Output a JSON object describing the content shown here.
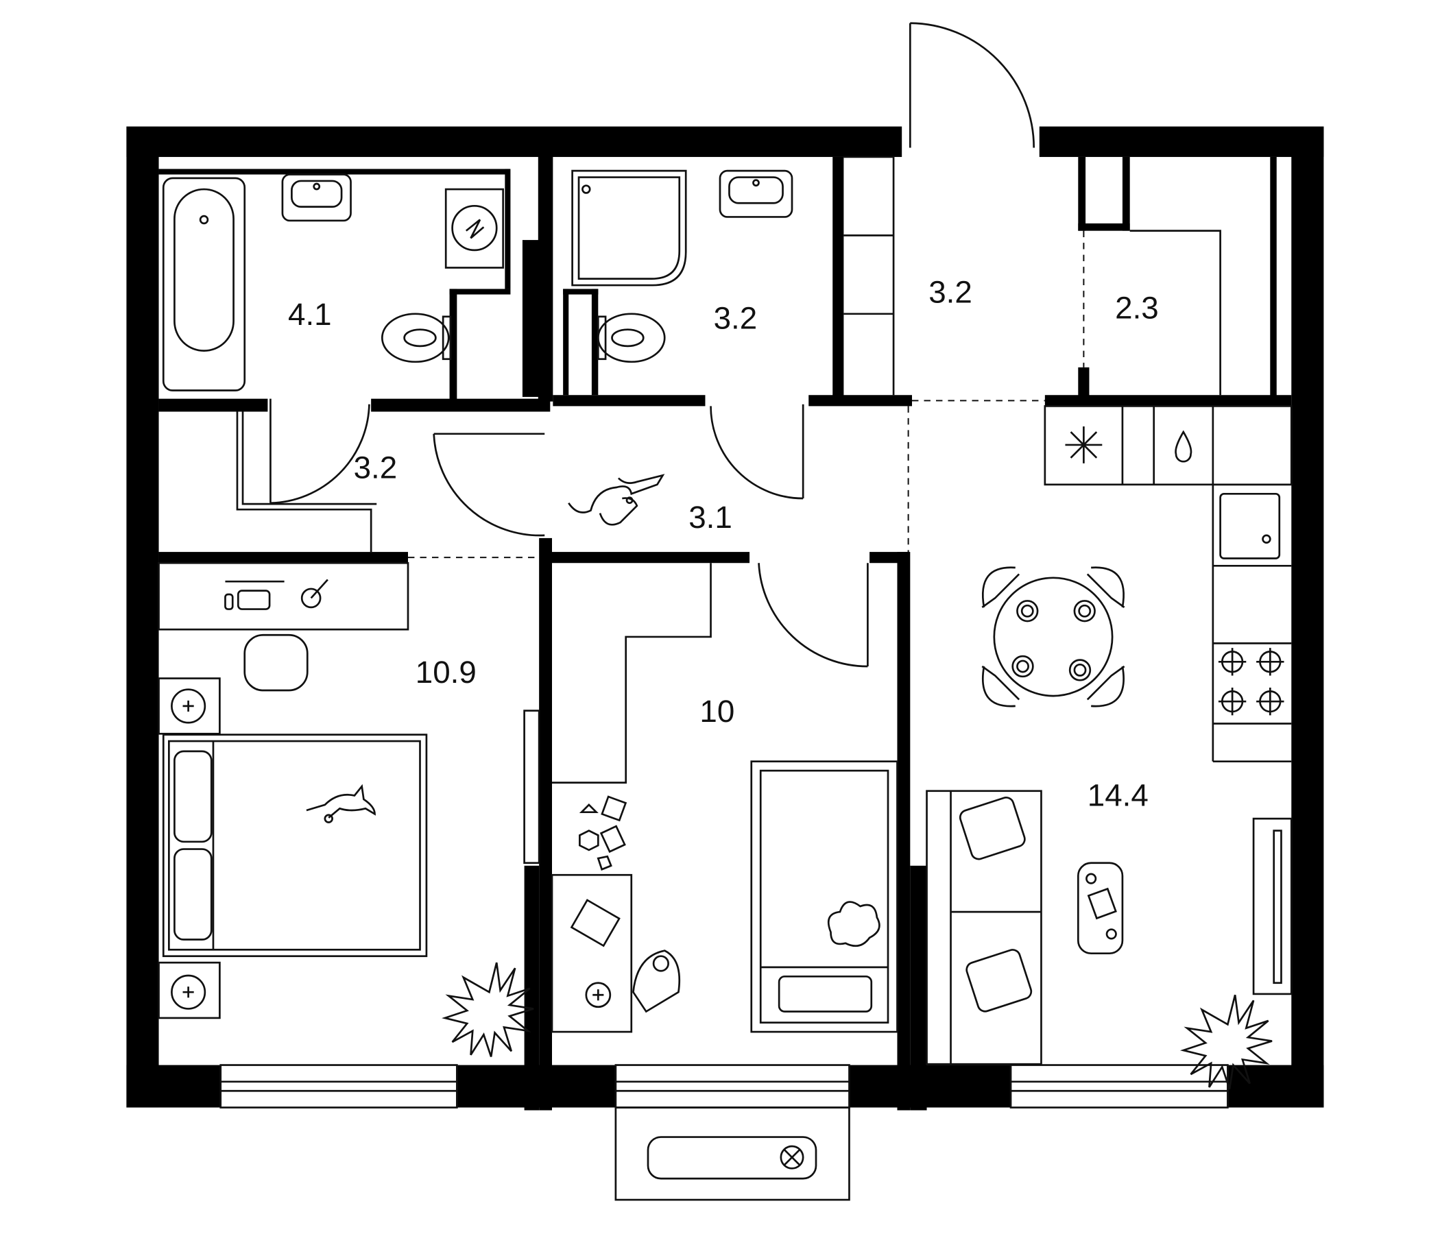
{
  "colors": {
    "wall": "#000000",
    "line": "#111111",
    "background": "#ffffff"
  },
  "rooms": [
    {
      "id": "bathroom",
      "area": "4.1"
    },
    {
      "id": "wc-shower",
      "area": "3.2"
    },
    {
      "id": "entrance-hall",
      "area": "3.2"
    },
    {
      "id": "storage",
      "area": "2.3"
    },
    {
      "id": "corridor-west",
      "area": "3.2"
    },
    {
      "id": "corridor-central",
      "area": "3.1"
    },
    {
      "id": "bedroom",
      "area": "10.9"
    },
    {
      "id": "kids-room",
      "area": "10"
    },
    {
      "id": "kitchen-living",
      "area": "14.4"
    }
  ],
  "icons": [
    "bathtub-icon",
    "sink-icon",
    "washing-machine-icon",
    "toilet-icon",
    "shower-icon",
    "fridge-icon",
    "dishwasher-icon",
    "stove-icon",
    "dining-table-icon",
    "bed-icon",
    "desk-icon",
    "sofa-icon",
    "plant-icon",
    "dog-icon",
    "cat-icon",
    "fan-icon"
  ]
}
